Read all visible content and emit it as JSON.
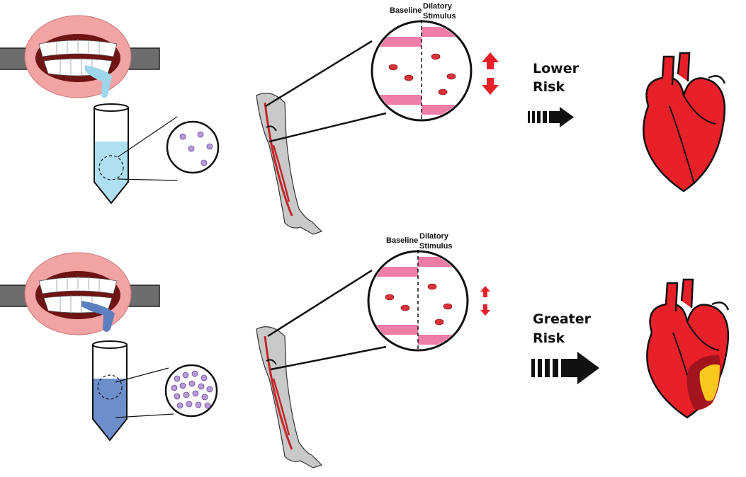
{
  "title": "Oral health, saliva bacteria, vascular dilation and cardiovascular risk",
  "panels": [
    {
      "id": "top",
      "vessel_labels": {
        "baseline": "Baseline",
        "stimulus_line1": "Dilatory",
        "stimulus_line2": "Stimulus"
      },
      "risk_line1": "Lower",
      "risk_line2": "Risk",
      "saliva_color": "#9fd6ec",
      "tube_fill": "#aee0f2",
      "bacteria_count": "few",
      "dilation_arrows": "large",
      "heart_damage": false
    },
    {
      "id": "bottom",
      "vessel_labels": {
        "baseline": "Baseline",
        "stimulus_line1": "Dilatory",
        "stimulus_line2": "Stimulus"
      },
      "risk_line1": "Greater",
      "risk_line2": "Risk",
      "saliva_color": "#5b7fbf",
      "tube_fill": "#6c8fcb",
      "bacteria_count": "many",
      "dilation_arrows": "small",
      "heart_damage": true
    }
  ],
  "colors": {
    "heart": "#e8202a",
    "infarct_dark": "#a3141c",
    "infarct_core": "#f8c81c",
    "vessel_wall": "#f07ca8",
    "arrow_red": "#e8202a",
    "lips": "#f2a3a3",
    "arm": "#c8c8c8"
  }
}
